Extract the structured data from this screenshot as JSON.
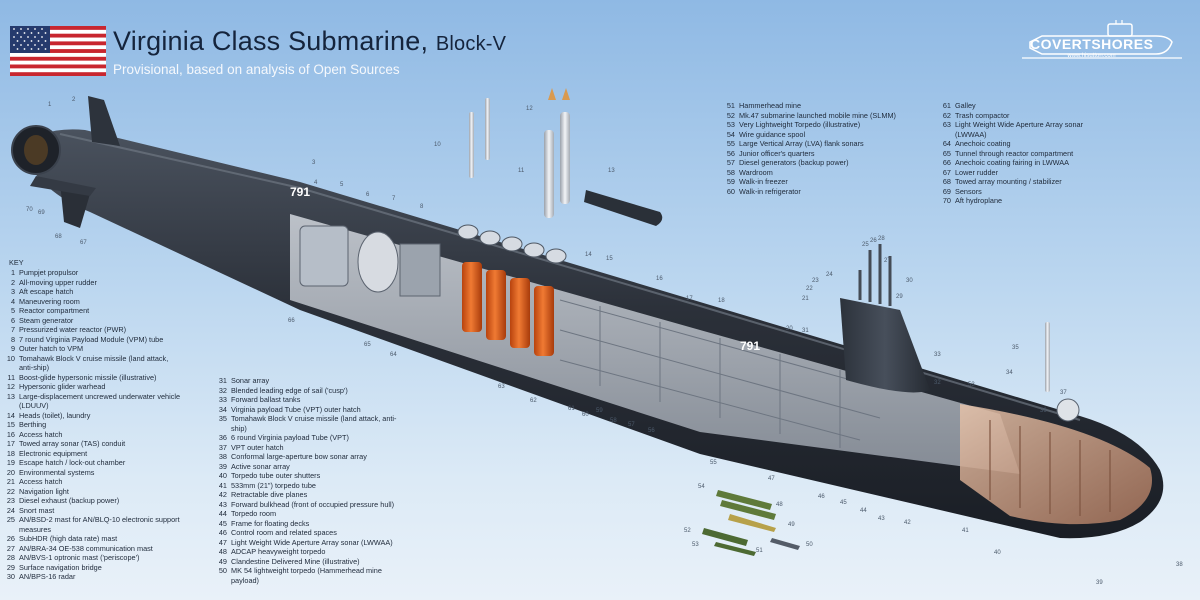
{
  "title": {
    "main": "Virginia Class Submarine,",
    "variant": "Block-V",
    "subtitle": "Provisional, based on analysis of Open Sources"
  },
  "logo": {
    "name": "COVERTSHORES",
    "url": "www.hisutton.com"
  },
  "colors": {
    "hull": "#2f3640",
    "background_top": "#8fb9e4",
    "tubes_orange": "#e0601e",
    "title": "#15243c"
  },
  "key": {
    "heading": "KEY",
    "col1": [
      {
        "n": "1",
        "t": "Pumpjet propulsor"
      },
      {
        "n": "2",
        "t": "All-moving upper rudder"
      },
      {
        "n": "3",
        "t": "Aft escape hatch"
      },
      {
        "n": "4",
        "t": "Maneuvering room"
      },
      {
        "n": "5",
        "t": "Reactor compartment"
      },
      {
        "n": "6",
        "t": "Steam generator"
      },
      {
        "n": "7",
        "t": "Pressurized water reactor (PWR)"
      },
      {
        "n": "8",
        "t": "7 round Virginia Payload Module (VPM) tube"
      },
      {
        "n": "9",
        "t": "Outer hatch to VPM"
      },
      {
        "n": "10",
        "t": "Tomahawk Block V cruise missile (land attack, anti-ship)"
      },
      {
        "n": "11",
        "t": "Boost-glide hypersonic missile (illustrative)"
      },
      {
        "n": "12",
        "t": "Hypersonic glider warhead"
      },
      {
        "n": "13",
        "t": "Large-displacement uncrewed underwater vehicle (LDUUV)"
      },
      {
        "n": "14",
        "t": "Heads (toilet), laundry"
      },
      {
        "n": "15",
        "t": "Berthing"
      },
      {
        "n": "16",
        "t": "Access hatch"
      },
      {
        "n": "17",
        "t": "Towed array sonar (TAS) conduit"
      },
      {
        "n": "18",
        "t": "Electronic equipment"
      },
      {
        "n": "19",
        "t": "Escape hatch / lock-out chamber"
      },
      {
        "n": "20",
        "t": "Environmental systems"
      },
      {
        "n": "21",
        "t": "Access hatch"
      },
      {
        "n": "22",
        "t": "Navigation light"
      },
      {
        "n": "23",
        "t": "Diesel exhaust (backup power)"
      },
      {
        "n": "24",
        "t": "Snort mast"
      },
      {
        "n": "25",
        "t": "AN/BSD-2 mast for AN/BLQ-10 electronic support measures"
      },
      {
        "n": "26",
        "t": "SubHDR (high data rate) mast"
      },
      {
        "n": "27",
        "t": "AN/BRA-34 OE-538 communication mast"
      },
      {
        "n": "28",
        "t": "AN/BVS-1 optronic mast ('periscope')"
      },
      {
        "n": "29",
        "t": "Surface navigation bridge"
      },
      {
        "n": "30",
        "t": "AN/BPS-16 radar"
      }
    ],
    "col2": [
      {
        "n": "31",
        "t": "Sonar array"
      },
      {
        "n": "32",
        "t": "Blended leading edge of sail ('cusp')"
      },
      {
        "n": "33",
        "t": "Forward ballast tanks"
      },
      {
        "n": "34",
        "t": "Virginia payload Tube (VPT) outer hatch"
      },
      {
        "n": "35",
        "t": "Tomahawk Block V cruise missile (land attack, anti-ship)"
      },
      {
        "n": "36",
        "t": "6 round Virginia payload Tube (VPT)"
      },
      {
        "n": "37",
        "t": "VPT outer hatch"
      },
      {
        "n": "38",
        "t": "Conformal large-aperture bow sonar array"
      },
      {
        "n": "39",
        "t": "Active sonar array"
      },
      {
        "n": "40",
        "t": "Torpedo tube outer shutters"
      },
      {
        "n": "41",
        "t": "533mm (21\") torpedo tube"
      },
      {
        "n": "42",
        "t": "Retractable dive planes"
      },
      {
        "n": "43",
        "t": "Forward bulkhead (front of occupied pressure hull)"
      },
      {
        "n": "44",
        "t": "Torpedo room"
      },
      {
        "n": "45",
        "t": "Frame for floating decks"
      },
      {
        "n": "46",
        "t": "Control room and related spaces"
      },
      {
        "n": "47",
        "t": "Light Weight Wide Aperture Array sonar (LWWAA)"
      },
      {
        "n": "48",
        "t": "ADCAP heavyweight torpedo"
      },
      {
        "n": "49",
        "t": "Clandestine Delivered Mine (illustrative)"
      },
      {
        "n": "50",
        "t": "MK 54 lightweight torpedo (Hammerhead mine payload)"
      }
    ],
    "col3": [
      {
        "n": "51",
        "t": "Hammerhead mine"
      },
      {
        "n": "52",
        "t": "Mk.47 submarine launched mobile mine (SLMM)"
      },
      {
        "n": "53",
        "t": "Very Lightweight Torpedo (illustrative)"
      },
      {
        "n": "54",
        "t": "Wire guidance spool"
      },
      {
        "n": "55",
        "t": "Large Vertical Array (LVA) flank sonars"
      },
      {
        "n": "56",
        "t": "Junior officer's quarters"
      },
      {
        "n": "57",
        "t": "Diesel generators (backup power)"
      },
      {
        "n": "58",
        "t": "Wardroom"
      },
      {
        "n": "59",
        "t": "Walk-in freezer"
      },
      {
        "n": "60",
        "t": "Walk-in refrigerator"
      }
    ],
    "col4": [
      {
        "n": "61",
        "t": "Galley"
      },
      {
        "n": "62",
        "t": "Trash compactor"
      },
      {
        "n": "63",
        "t": "Light Weight Wide Aperture Array sonar (LWWAA)"
      },
      {
        "n": "64",
        "t": "Anechoic coating"
      },
      {
        "n": "65",
        "t": "Tunnel through reactor compartment"
      },
      {
        "n": "66",
        "t": "Anechoic coating fairing in LWWAA"
      },
      {
        "n": "67",
        "t": "Lower rudder"
      },
      {
        "n": "68",
        "t": "Towed array mounting / stabilizer"
      },
      {
        "n": "69",
        "t": "Sensors"
      },
      {
        "n": "70",
        "t": "Aft hydroplane"
      }
    ]
  },
  "callouts": {
    "c1": "1",
    "c2": "2",
    "c3": "3",
    "c4": "4",
    "c5": "5",
    "c6": "6",
    "c7": "7",
    "c8": "8",
    "c10": "10",
    "c11": "11",
    "c12": "12",
    "c13": "13",
    "c14": "14",
    "c15": "15",
    "c16": "16",
    "c17": "17",
    "c18": "18",
    "c20": "20",
    "c21": "21",
    "c22": "22",
    "c23": "23",
    "c24": "24",
    "c25": "25",
    "c26": "26",
    "c27": "27",
    "c28": "28",
    "c29": "29",
    "c30": "30",
    "c31": "31",
    "c32": "32",
    "c33": "33",
    "c34": "34",
    "c35": "35",
    "c36": "36",
    "c37": "37",
    "c38": "38",
    "c39": "39",
    "c40": "40",
    "c41": "41",
    "c42": "42",
    "c43": "43",
    "c44": "44",
    "c45": "45",
    "c46": "46",
    "c47": "47",
    "c48": "48",
    "c49": "49",
    "c50": "50",
    "c51": "51",
    "c52": "52",
    "c53": "53",
    "c54": "54",
    "c55": "55",
    "c56": "56",
    "c57": "57",
    "c58": "58",
    "c59": "59",
    "c60": "60",
    "c61": "61",
    "c62": "62",
    "c63": "63",
    "c64": "64",
    "c65": "65",
    "c66": "66",
    "c67": "67",
    "c68": "68",
    "c69": "69",
    "c70": "70",
    "hull_marking": "791"
  }
}
